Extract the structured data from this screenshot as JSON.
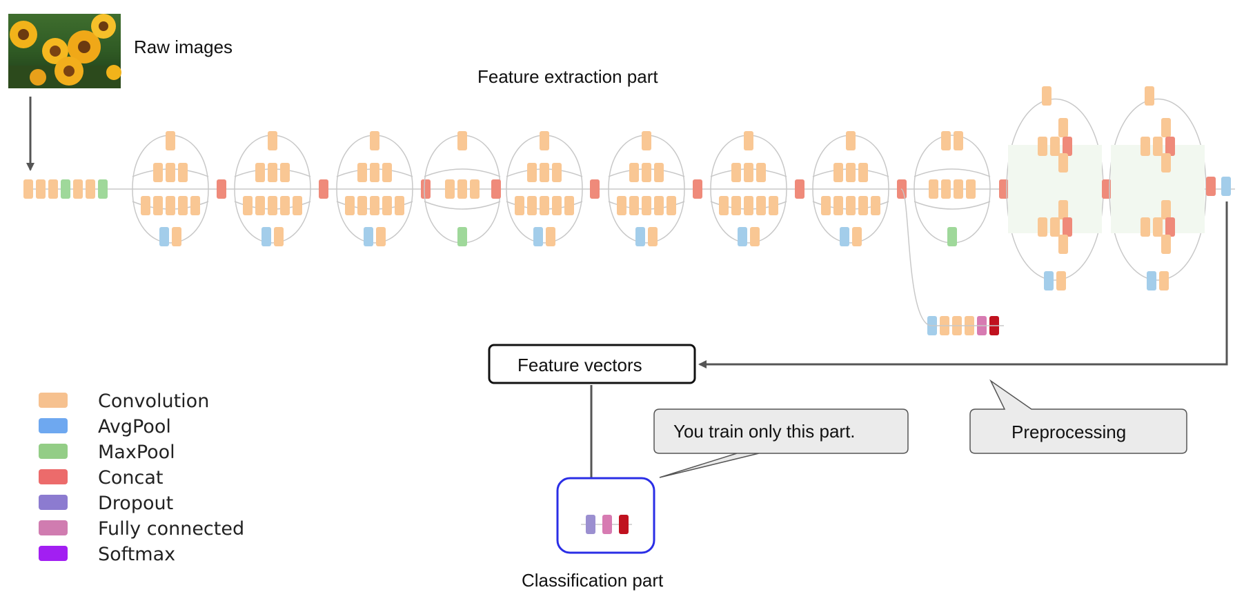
{
  "labels": {
    "raw_images": "Raw images",
    "feature_extraction": "Feature extraction part",
    "feature_vectors": "Feature vectors",
    "train_callout": "You train only this part.",
    "preprocessing": "Preprocessing",
    "classification_part": "Classification part"
  },
  "colors": {
    "convolution": "#f9c794",
    "avgpool": "#a3cdea",
    "maxpool": "#9fd89a",
    "concat": "#ef8a7a",
    "dropout": "#9b8fd0",
    "fully_connected": "#d77bb2",
    "softmax": "#c0121f",
    "highlight_box": "#2a2ee6"
  },
  "legend": [
    {
      "label": "Convolution",
      "color": "#f6c18f"
    },
    {
      "label": "AvgPool",
      "color": "#6ea8f0"
    },
    {
      "label": "MaxPool",
      "color": "#93cd86"
    },
    {
      "label": "Concat",
      "color": "#ec6b6b"
    },
    {
      "label": "Dropout",
      "color": "#8c7bd0"
    },
    {
      "label": "Fully connected",
      "color": "#d07cb0"
    },
    {
      "label": "Softmax",
      "color": "#a21ff2"
    }
  ]
}
